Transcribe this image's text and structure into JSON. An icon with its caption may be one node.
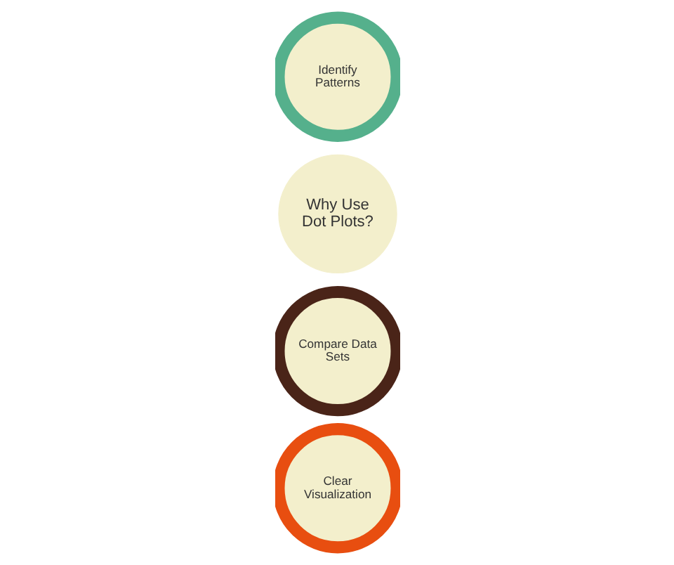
{
  "diagram": {
    "nodes": [
      {
        "text": [
          "Clear Visualization"
        ]
      },
      {
        "text": [
          "Compare Data Sets"
        ]
      },
      {
        "text": [
          "Why Use Dot Plots?"
        ]
      },
      {
        "text": [
          "Identify Patterns"
        ]
      }
    ],
    "edges": []
  }
}
